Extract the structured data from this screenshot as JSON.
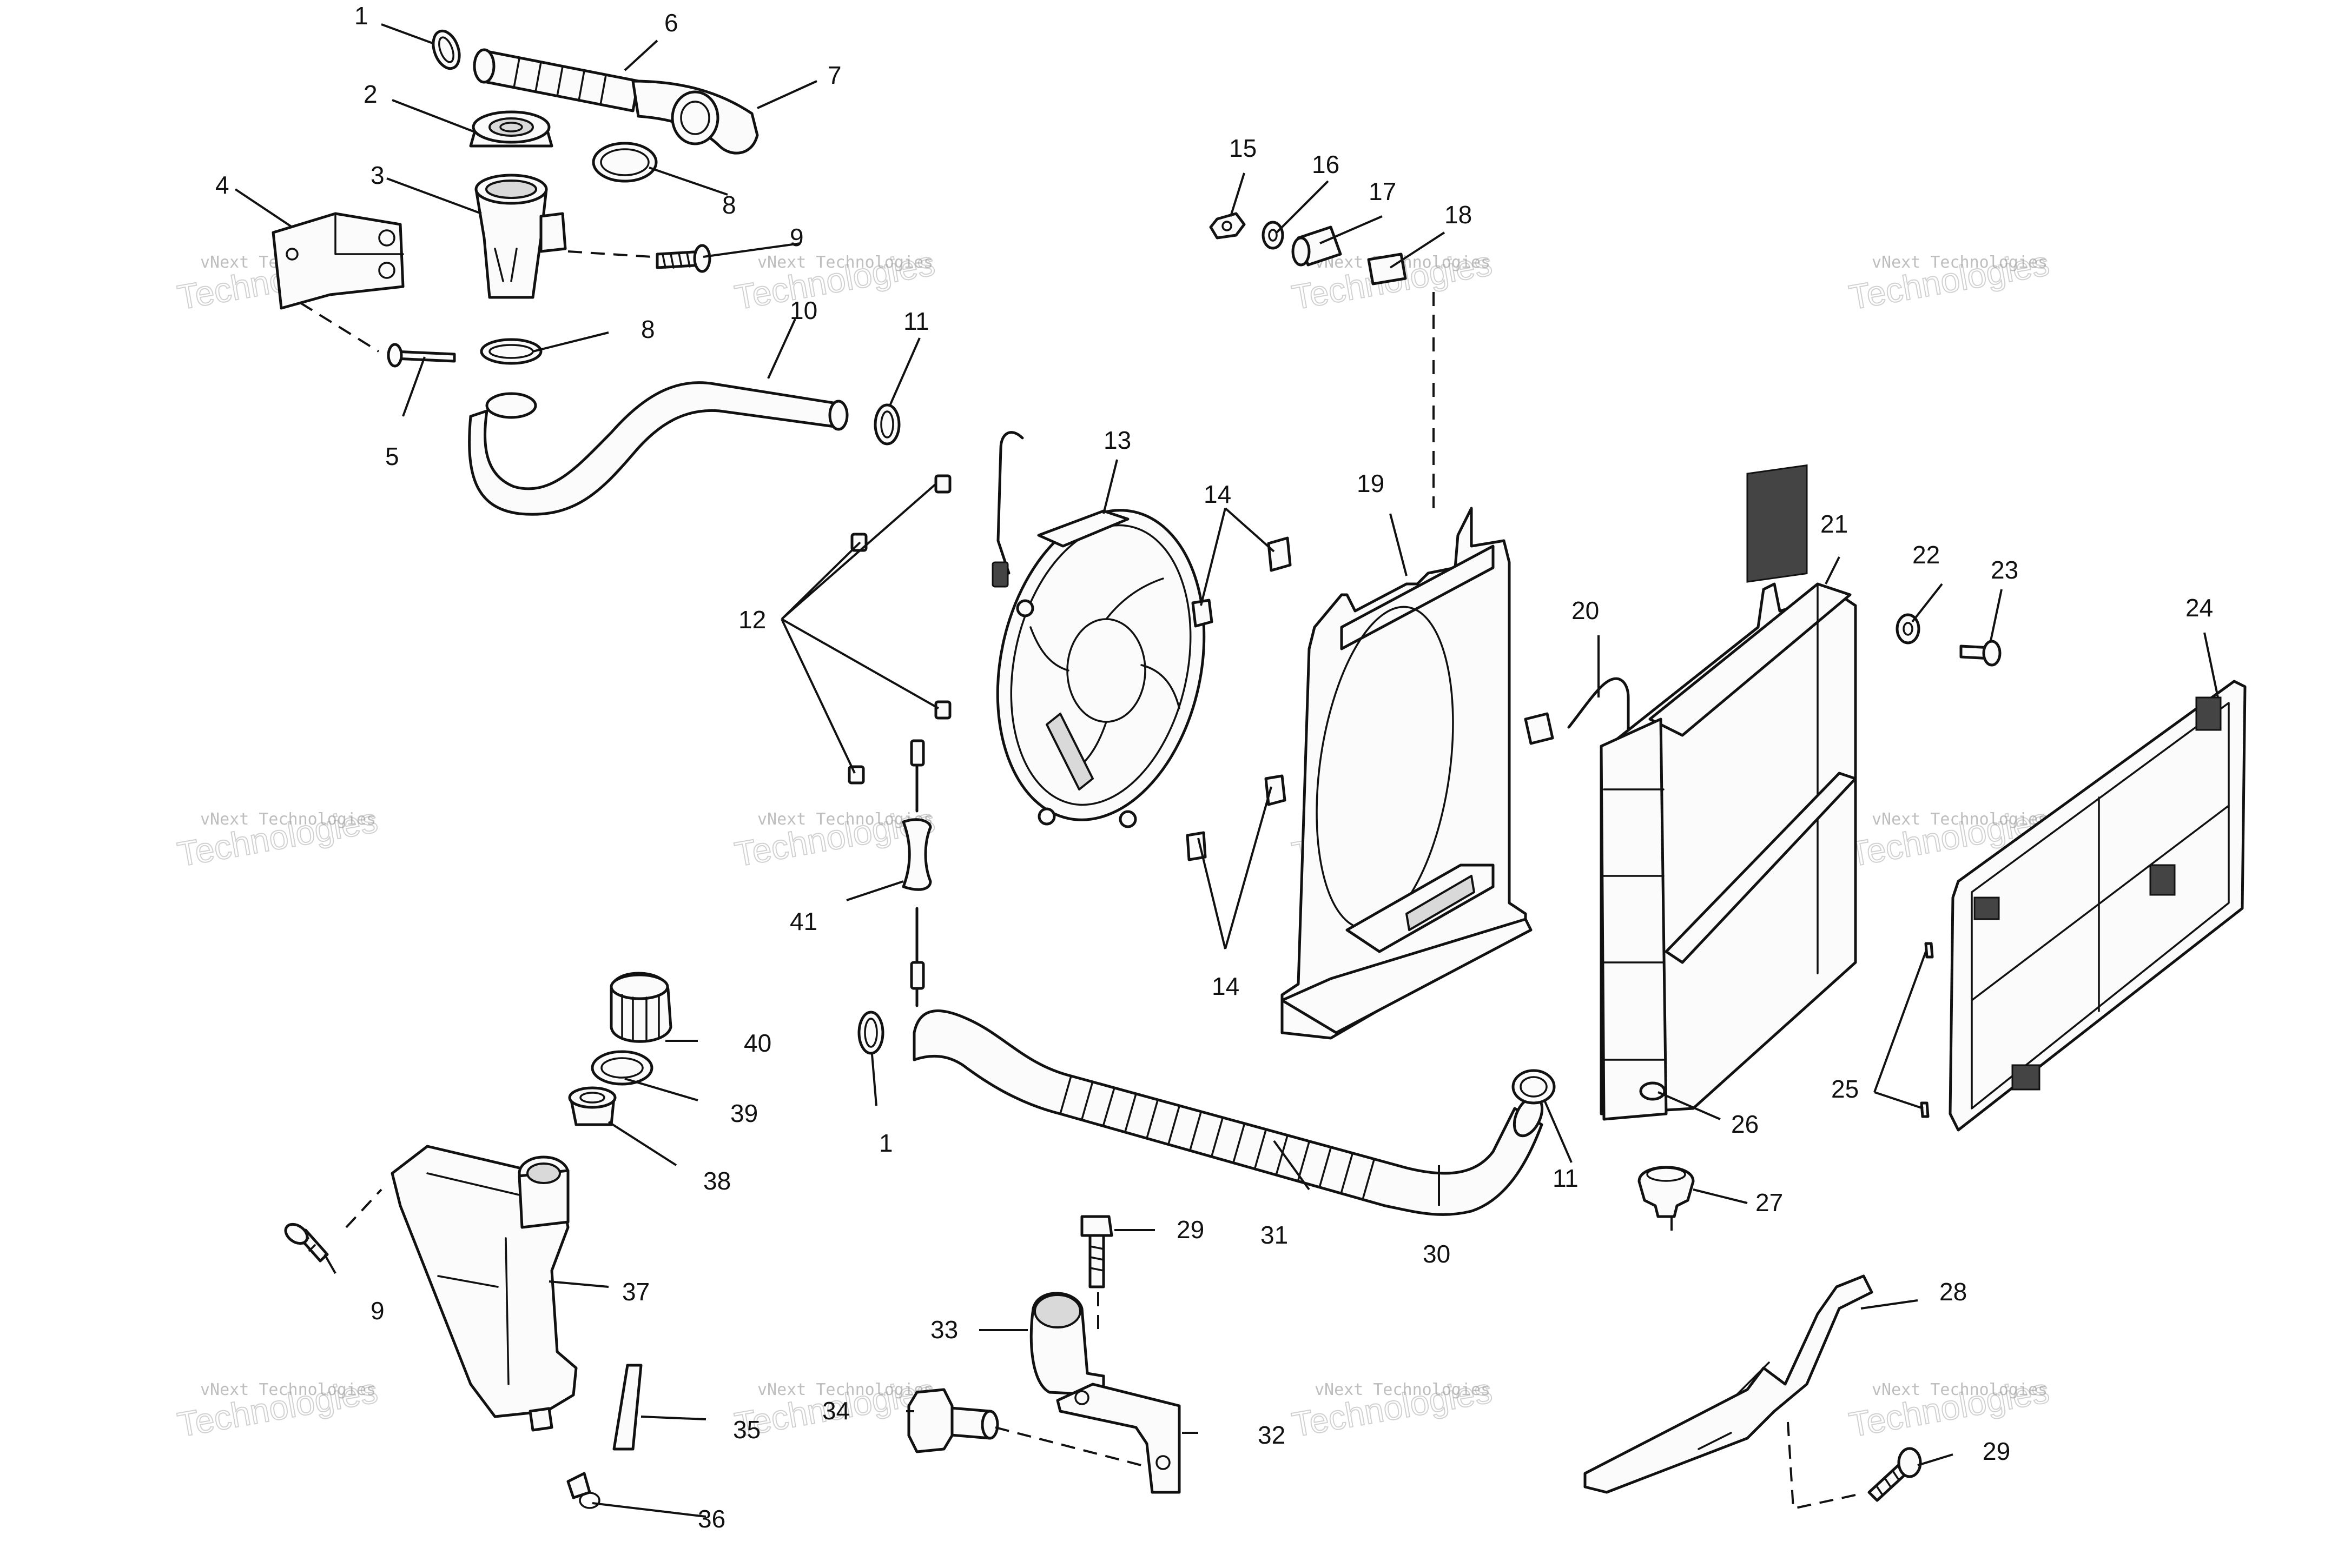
{
  "watermark": {
    "line1": "vNext Technologies",
    "line2": "Technologies",
    "line3": "vNext"
  },
  "callouts": {
    "c1_top": "1",
    "c1_bottom": "1",
    "c2": "2",
    "c3": "3",
    "c4": "4",
    "c5": "5",
    "c6": "6",
    "c7": "7",
    "c8_top": "8",
    "c8_mid": "8",
    "c9_top": "9",
    "c9_bottom": "9",
    "c10": "10",
    "c11_top": "11",
    "c11_bottom": "11",
    "c12": "12",
    "c13": "13",
    "c14_top": "14",
    "c14_bottom": "14",
    "c15": "15",
    "c16": "16",
    "c17": "17",
    "c18": "18",
    "c19": "19",
    "c20": "20",
    "c21": "21",
    "c22": "22",
    "c23": "23",
    "c24": "24",
    "c25": "25",
    "c26": "26",
    "c27": "27",
    "c28": "28",
    "c29_mid": "29",
    "c29_right": "29",
    "c30": "30",
    "c31": "31",
    "c32": "32",
    "c33": "33",
    "c34": "34",
    "c35": "35",
    "c36": "36",
    "c37": "37",
    "c38": "38",
    "c39": "39",
    "c40": "40",
    "c41": "41"
  }
}
